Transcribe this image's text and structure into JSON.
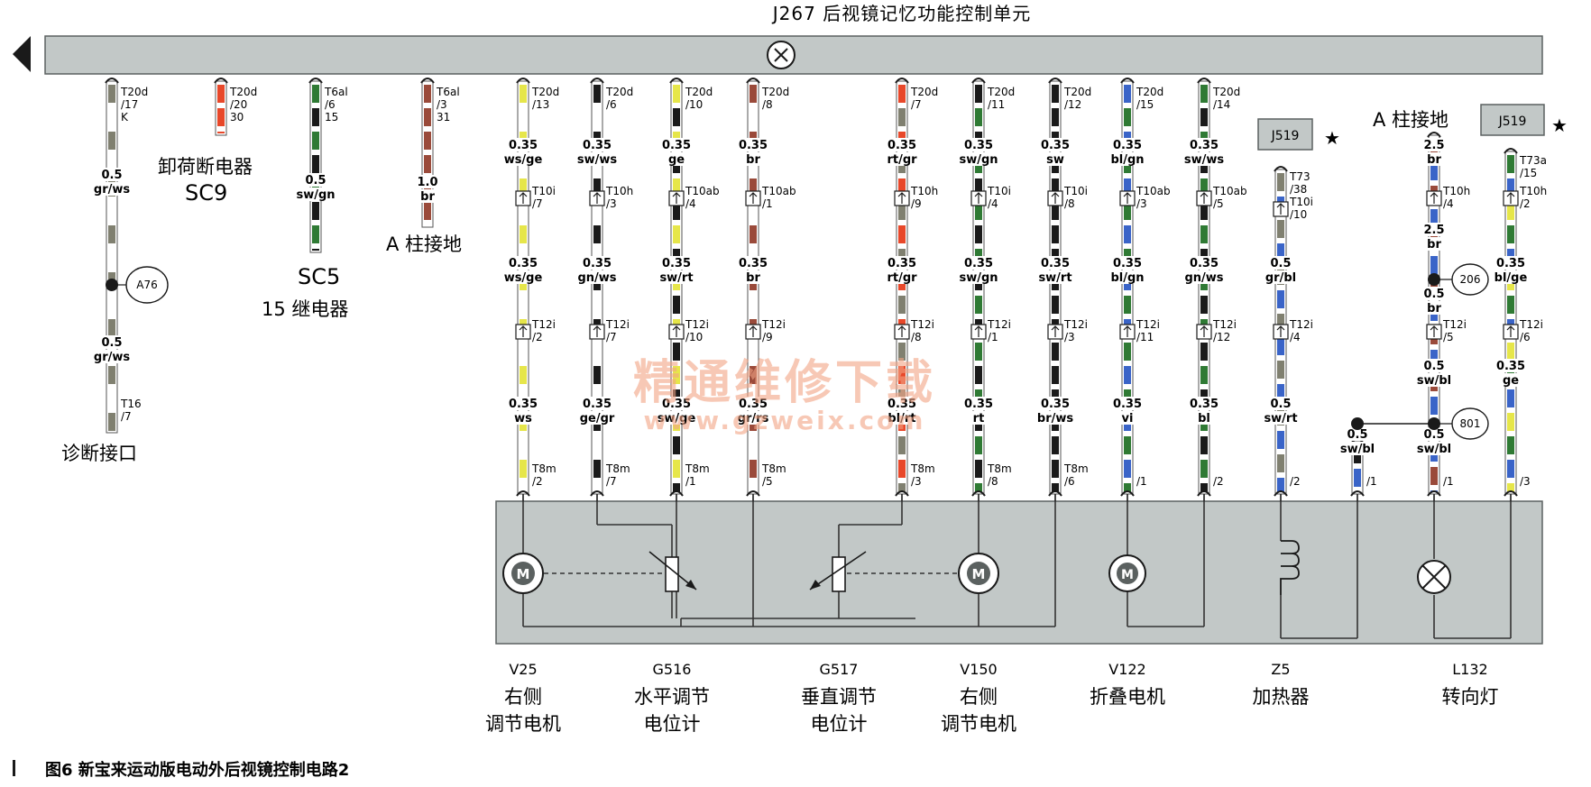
{
  "unit_title": "J267 后视镜记忆功能控制单元",
  "caption": "图6   新宝来运动版电动外后视镜控制电路2",
  "watermark": {
    "line1": "精通维修下载",
    "line2": "www.gzweix.com"
  },
  "left_labels": {
    "sc9_name": "卸荷断电器",
    "sc9_code": "SC9",
    "sc5_code": "SC5",
    "sc5_name": "15 继电器",
    "ground_a1": "A 柱接地",
    "ground_a2": "A 柱接地",
    "diag": "诊断接口"
  },
  "ecu_boxes": [
    "J519",
    "J519"
  ],
  "nodes": [
    "A76",
    "206",
    "801"
  ],
  "wires": [
    {
      "id": "w1",
      "colors": [
        "#808070",
        "#ffffff"
      ],
      "labels": [
        {
          "t": "T20d"
        },
        {
          "t": "/17"
        },
        {
          "t": "K"
        },
        {
          "t": "0.5",
          "c": "g"
        },
        {
          "t": "gr/ws",
          "c": "c"
        },
        {
          "t": "0.5",
          "c": "g"
        },
        {
          "t": "gr/ws",
          "c": "c"
        },
        {
          "t": "T16"
        },
        {
          "t": "/7"
        }
      ]
    },
    {
      "id": "w2",
      "colors": [
        "#e8482a"
      ],
      "labels": [
        {
          "t": "T20d"
        },
        {
          "t": "/20"
        },
        {
          "t": "30"
        }
      ]
    },
    {
      "id": "w3",
      "colors": [
        "#2f7a34",
        "#1a1a1a"
      ],
      "labels": [
        {
          "t": "T6al"
        },
        {
          "t": "/6"
        },
        {
          "t": "15"
        },
        {
          "t": "0.5",
          "c": "g"
        },
        {
          "t": "sw/gn",
          "c": "c"
        }
      ]
    },
    {
      "id": "w4",
      "colors": [
        "#9a4a3a"
      ],
      "labels": [
        {
          "t": "T6al"
        },
        {
          "t": "/3"
        },
        {
          "t": "31"
        },
        {
          "t": "1.0",
          "c": "g"
        },
        {
          "t": "br",
          "c": "c"
        }
      ]
    },
    {
      "id": "w5",
      "colors": [
        "#e6e64a",
        "#ffffff"
      ],
      "labels": [
        {
          "t": "T20d"
        },
        {
          "t": "/13"
        },
        {
          "t": "0.35",
          "c": "g"
        },
        {
          "t": "ws/ge",
          "c": "c"
        },
        {
          "t": "T10i"
        },
        {
          "t": "/7"
        },
        {
          "t": "0.35",
          "c": "g"
        },
        {
          "t": "ws/ge",
          "c": "c"
        },
        {
          "t": "T12i"
        },
        {
          "t": "/2"
        },
        {
          "t": "0.35",
          "c": "g"
        },
        {
          "t": "ws",
          "c": "c"
        },
        {
          "t": "T8m"
        },
        {
          "t": "/2"
        }
      ]
    },
    {
      "id": "w6",
      "colors": [
        "#1a1a1a",
        "#ffffff"
      ],
      "labels": [
        {
          "t": "T20d"
        },
        {
          "t": "/6"
        },
        {
          "t": "0.35",
          "c": "g"
        },
        {
          "t": "sw/ws",
          "c": "c"
        },
        {
          "t": "T10h"
        },
        {
          "t": "/3"
        },
        {
          "t": "0.35",
          "c": "g"
        },
        {
          "t": "gn/ws",
          "c": "c"
        },
        {
          "t": "T12i"
        },
        {
          "t": "/7"
        },
        {
          "t": "0.35",
          "c": "g"
        },
        {
          "t": "ge/gr",
          "c": "c"
        },
        {
          "t": "T8m"
        },
        {
          "t": "/7"
        }
      ]
    },
    {
      "id": "w7",
      "colors": [
        "#e6e64a",
        "#1a1a1a"
      ],
      "labels": [
        {
          "t": "T20d"
        },
        {
          "t": "/10"
        },
        {
          "t": "0.35",
          "c": "g"
        },
        {
          "t": "ge",
          "c": "c"
        },
        {
          "t": "T10ab"
        },
        {
          "t": "/4"
        },
        {
          "t": "0.35",
          "c": "g"
        },
        {
          "t": "sw/rt",
          "c": "c"
        },
        {
          "t": "T12i"
        },
        {
          "t": "/10"
        },
        {
          "t": "0.35",
          "c": "g"
        },
        {
          "t": "sw/ge",
          "c": "c"
        },
        {
          "t": "T8m"
        },
        {
          "t": "/1"
        }
      ]
    },
    {
      "id": "w8",
      "colors": [
        "#9a4a3a",
        "#ffffff"
      ],
      "labels": [
        {
          "t": "T20d"
        },
        {
          "t": "/8"
        },
        {
          "t": "0.35",
          "c": "g"
        },
        {
          "t": "br",
          "c": "c"
        },
        {
          "t": "T10ab"
        },
        {
          "t": "/1"
        },
        {
          "t": "0.35",
          "c": "g"
        },
        {
          "t": "br",
          "c": "c"
        },
        {
          "t": "T12i"
        },
        {
          "t": "/9"
        },
        {
          "t": "0.35",
          "c": "g"
        },
        {
          "t": "gr/rs",
          "c": "c"
        },
        {
          "t": "T8m"
        },
        {
          "t": "/5"
        }
      ]
    },
    {
      "id": "w9",
      "colors": [
        "#e8482a",
        "#808070"
      ],
      "labels": [
        {
          "t": "T20d"
        },
        {
          "t": "/7"
        },
        {
          "t": "0.35",
          "c": "g"
        },
        {
          "t": "rt/gr",
          "c": "c"
        },
        {
          "t": "T10h"
        },
        {
          "t": "/9"
        },
        {
          "t": "0.35",
          "c": "g"
        },
        {
          "t": "rt/gr",
          "c": "c"
        },
        {
          "t": "T12i"
        },
        {
          "t": "/8"
        },
        {
          "t": "0.35",
          "c": "g"
        },
        {
          "t": "bl/rt",
          "c": "c"
        },
        {
          "t": "T8m"
        },
        {
          "t": "/3"
        }
      ]
    },
    {
      "id": "w10",
      "colors": [
        "#1a1a1a",
        "#2f7a34"
      ],
      "labels": [
        {
          "t": "T20d"
        },
        {
          "t": "/11"
        },
        {
          "t": "0.35",
          "c": "g"
        },
        {
          "t": "sw/gn",
          "c": "c"
        },
        {
          "t": "T10i"
        },
        {
          "t": "/4"
        },
        {
          "t": "0.35",
          "c": "g"
        },
        {
          "t": "sw/gn",
          "c": "c"
        },
        {
          "t": "T12i"
        },
        {
          "t": "/1"
        },
        {
          "t": "0.35",
          "c": "g"
        },
        {
          "t": "rt",
          "c": "c"
        },
        {
          "t": "T8m"
        },
        {
          "t": "/8"
        }
      ]
    },
    {
      "id": "w11",
      "colors": [
        "#1a1a1a"
      ],
      "labels": [
        {
          "t": "T20d"
        },
        {
          "t": "/12"
        },
        {
          "t": "0.35",
          "c": "g"
        },
        {
          "t": "sw",
          "c": "c"
        },
        {
          "t": "T10i"
        },
        {
          "t": "/8"
        },
        {
          "t": "0.35",
          "c": "g"
        },
        {
          "t": "sw/rt",
          "c": "c"
        },
        {
          "t": "T12i"
        },
        {
          "t": "/3"
        },
        {
          "t": "0.35",
          "c": "g"
        },
        {
          "t": "br/ws",
          "c": "c"
        },
        {
          "t": "T8m"
        },
        {
          "t": "/6"
        }
      ]
    },
    {
      "id": "w12",
      "colors": [
        "#3a64c8",
        "#2f7a34"
      ],
      "labels": [
        {
          "t": "T20d"
        },
        {
          "t": "/15"
        },
        {
          "t": "0.35",
          "c": "g"
        },
        {
          "t": "bl/gn",
          "c": "c"
        },
        {
          "t": "T10ab"
        },
        {
          "t": "/3"
        },
        {
          "t": "0.35",
          "c": "g"
        },
        {
          "t": "bl/gn",
          "c": "c"
        },
        {
          "t": "T12i"
        },
        {
          "t": "/11"
        },
        {
          "t": "0.35",
          "c": "g"
        },
        {
          "t": "vi",
          "c": "c"
        },
        {
          "t": "/1"
        }
      ]
    },
    {
      "id": "w13",
      "colors": [
        "#2f7a34",
        "#1a1a1a"
      ],
      "labels": [
        {
          "t": "T20d"
        },
        {
          "t": "/14"
        },
        {
          "t": "0.35",
          "c": "g"
        },
        {
          "t": "sw/ws",
          "c": "c"
        },
        {
          "t": "T10ab"
        },
        {
          "t": "/5"
        },
        {
          "t": "0.35",
          "c": "g"
        },
        {
          "t": "gn/ws",
          "c": "c"
        },
        {
          "t": "T12i"
        },
        {
          "t": "/12"
        },
        {
          "t": "0.35",
          "c": "g"
        },
        {
          "t": "bl",
          "c": "c"
        },
        {
          "t": "/2"
        }
      ]
    },
    {
      "id": "w14",
      "colors": [
        "#808070",
        "#3a64c8"
      ],
      "labels": [
        {
          "t": "T73"
        },
        {
          "t": "/38"
        },
        {
          "t": "T10i"
        },
        {
          "t": "/10"
        },
        {
          "t": "0.5",
          "c": "g"
        },
        {
          "t": "gr/bl",
          "c": "c"
        },
        {
          "t": "T12i"
        },
        {
          "t": "/4"
        },
        {
          "t": "0.5",
          "c": "g"
        },
        {
          "t": "sw/rt",
          "c": "c"
        },
        {
          "t": "/2"
        }
      ]
    },
    {
      "id": "w15",
      "colors": [
        "#1a1a1a",
        "#3a64c8"
      ],
      "labels": [
        {
          "t": "0.5",
          "c": "g"
        },
        {
          "t": "sw/bl",
          "c": "c"
        },
        {
          "t": "/1"
        }
      ]
    },
    {
      "id": "w16",
      "colors": [
        "#9a4a3a",
        "#3a64c8"
      ],
      "labels": [
        {
          "t": "2.5",
          "c": "g"
        },
        {
          "t": "br",
          "c": "c"
        },
        {
          "t": "T10h"
        },
        {
          "t": "/4"
        },
        {
          "t": "2.5",
          "c": "g"
        },
        {
          "t": "br",
          "c": "c"
        },
        {
          "t": "0.5",
          "c": "g"
        },
        {
          "t": "br",
          "c": "c"
        },
        {
          "t": "T12i"
        },
        {
          "t": "/5"
        },
        {
          "t": "0.5",
          "c": "g"
        },
        {
          "t": "sw/bl",
          "c": "c"
        },
        {
          "t": "0.5",
          "c": "g"
        },
        {
          "t": "sw/bl",
          "c": "c"
        },
        {
          "t": "/1"
        }
      ]
    },
    {
      "id": "w17",
      "colors": [
        "#2f7a34",
        "#3a64c8",
        "#e6e64a"
      ],
      "labels": [
        {
          "t": "T73a"
        },
        {
          "t": "/15"
        },
        {
          "t": "T10h"
        },
        {
          "t": "/2"
        },
        {
          "t": "0.35",
          "c": "g"
        },
        {
          "t": "bl/ge",
          "c": "c"
        },
        {
          "t": "T12i"
        },
        {
          "t": "/6"
        },
        {
          "t": "0.35",
          "c": "g"
        },
        {
          "t": "ge",
          "c": "c"
        },
        {
          "t": "/3"
        }
      ]
    }
  ],
  "components": [
    {
      "code": "V25",
      "desc": [
        "右侧",
        "调节电机"
      ]
    },
    {
      "code": "G516",
      "desc": [
        "水平调节",
        "电位计"
      ]
    },
    {
      "code": "G517",
      "desc": [
        "垂直调节",
        "电位计"
      ]
    },
    {
      "code": "V150",
      "desc": [
        "右侧",
        "调节电机"
      ]
    },
    {
      "code": "V122",
      "desc": [
        "折叠电机"
      ]
    },
    {
      "code": "Z5",
      "desc": [
        "加热器"
      ]
    },
    {
      "code": "L132",
      "desc": [
        "转向灯"
      ]
    }
  ]
}
